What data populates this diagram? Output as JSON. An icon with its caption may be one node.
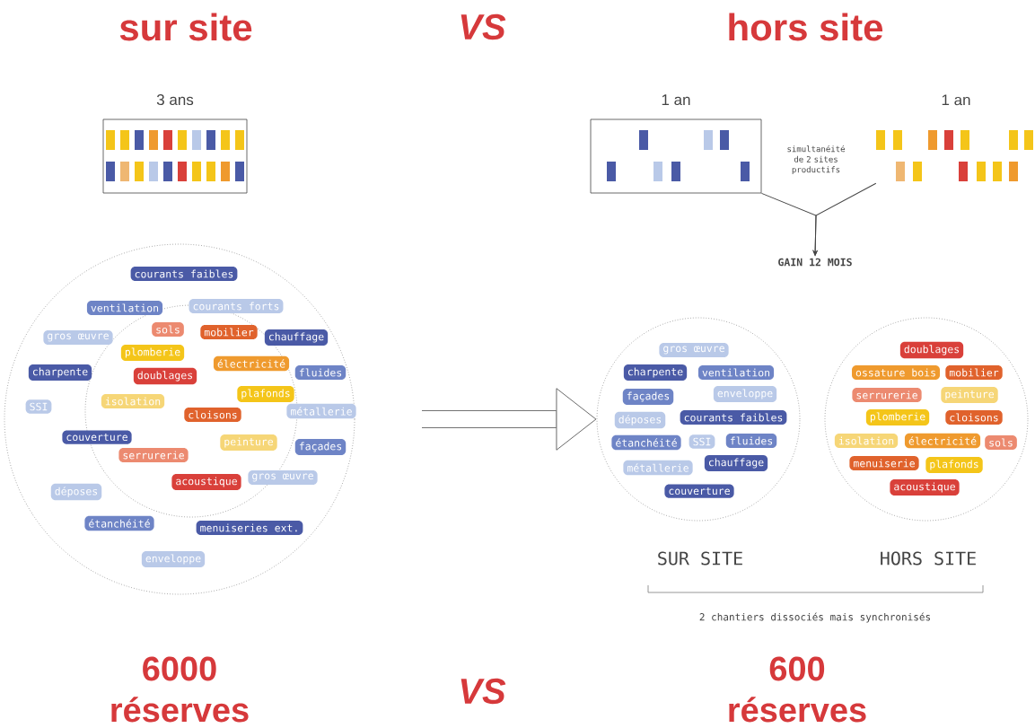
{
  "diagram": {
    "nodes": [
      {
        "text": [
          "3 ans"
        ]
      },
      {
        "text": [
          "1 an"
        ]
      },
      {
        "text": [
          "1 an"
        ]
      },
      {
        "text": [
          "GAIN 12 MOIS"
        ]
      },
      {
        "text": [],
        "shape": "circle"
      },
      {
        "text": [],
        "shape": "circle",
        "in": 4
      },
      {
        "text": [
          "courants faibles"
        ],
        "in": 4
      },
      {
        "text": [
          "ventilation"
        ],
        "in": 4
      },
      {
        "text": [
          "courants forts"
        ],
        "in": 4
      },
      {
        "text": [
          "gros œuvre"
        ],
        "in": 4
      },
      {
        "text": [
          "sols"
        ],
        "in": 5
      },
      {
        "text": [
          "mobilier"
        ],
        "in": 5
      },
      {
        "text": [
          "chauffage"
        ],
        "in": 4
      },
      {
        "text": [
          "plomberie"
        ],
        "in": 5
      },
      {
        "text": [
          "électricité"
        ],
        "in": 5
      },
      {
        "text": [
          "charpente"
        ],
        "in": 4
      },
      {
        "text": [
          "fluides"
        ],
        "in": 4
      },
      {
        "text": [
          "doublages"
        ],
        "in": 5
      },
      {
        "text": [
          "plafonds"
        ],
        "in": 5
      },
      {
        "text": [
          "SSI"
        ],
        "in": 4
      },
      {
        "text": [
          "isolation"
        ],
        "in": 5
      },
      {
        "text": [
          "métallerie"
        ],
        "in": 4
      },
      {
        "text": [
          "cloisons"
        ],
        "in": 5
      },
      {
        "text": [
          "couverture"
        ],
        "in": 4
      },
      {
        "text": [
          "façades"
        ],
        "in": 4
      },
      {
        "text": [
          "peinture"
        ],
        "in": 5
      },
      {
        "text": [
          "serrurerie"
        ],
        "in": 5
      },
      {
        "text": [
          "gros œuvre"
        ],
        "in": 4
      },
      {
        "text": [
          "déposes"
        ],
        "in": 4
      },
      {
        "text": [
          "acoustique"
        ],
        "in": 5
      },
      {
        "text": [
          "étanchéité"
        ],
        "in": 4
      },
      {
        "text": [
          "menuiseries ext."
        ],
        "in": 4
      },
      {
        "text": [
          "enveloppe"
        ],
        "in": 4
      },
      {
        "text": [],
        "shape": "circle",
        "beside": [
          "SUR SITE"
        ]
      },
      {
        "text": [
          "gros œuvre"
        ],
        "in": 33
      },
      {
        "text": [
          "charpente"
        ],
        "in": 33
      },
      {
        "text": [
          "ventilation"
        ],
        "in": 33
      },
      {
        "text": [
          "façades"
        ],
        "in": 33
      },
      {
        "text": [
          "enveloppe"
        ],
        "in": 33
      },
      {
        "text": [
          "déposes"
        ],
        "in": 33
      },
      {
        "text": [
          "courants faibles"
        ],
        "in": 33
      },
      {
        "text": [
          "étanchéité"
        ],
        "in": 33
      },
      {
        "text": [
          "SSI"
        ],
        "in": 33
      },
      {
        "text": [
          "fluides"
        ],
        "in": 33
      },
      {
        "text": [
          "métallerie"
        ],
        "in": 33
      },
      {
        "text": [
          "chauffage"
        ],
        "in": 33
      },
      {
        "text": [
          "couverture"
        ],
        "in": 33
      },
      {
        "text": [],
        "shape": "circle",
        "beside": [
          "HORS SITE"
        ]
      },
      {
        "text": [
          "doublages"
        ],
        "in": 47
      },
      {
        "text": [
          "ossature bois"
        ],
        "in": 47
      },
      {
        "text": [
          "mobilier"
        ],
        "in": 47
      },
      {
        "text": [
          "serrurerie"
        ],
        "in": 47
      },
      {
        "text": [
          "peinture"
        ],
        "in": 47
      },
      {
        "text": [
          "plomberie"
        ],
        "in": 47
      },
      {
        "text": [
          "cloisons"
        ],
        "in": 47
      },
      {
        "text": [
          "isolation"
        ],
        "in": 47
      },
      {
        "text": [
          "électricité"
        ],
        "in": 47
      },
      {
        "text": [
          "sols"
        ],
        "in": 47
      },
      {
        "text": [
          "menuiserie"
        ],
        "in": 47
      },
      {
        "text": [
          "plafonds"
        ],
        "in": 47
      },
      {
        "text": [
          "acoustique"
        ],
        "in": 47
      }
    ],
    "edges": [
      {
        "from": 1,
        "to": 3,
        "arrow": "to"
      },
      {
        "from": 2,
        "to": 3,
        "arrow": "to"
      },
      {
        "from": null,
        "to": 33,
        "arrow": "to",
        "style": "thick"
      }
    ],
    "labels": [
      "sur site",
      "VS",
      "hors site",
      "simultanéité de 2 sites productifs",
      "2 chantiers dissociés mais synchronisés",
      "6000 réserves",
      "VS",
      "600 réserves"
    ]
  }
}
